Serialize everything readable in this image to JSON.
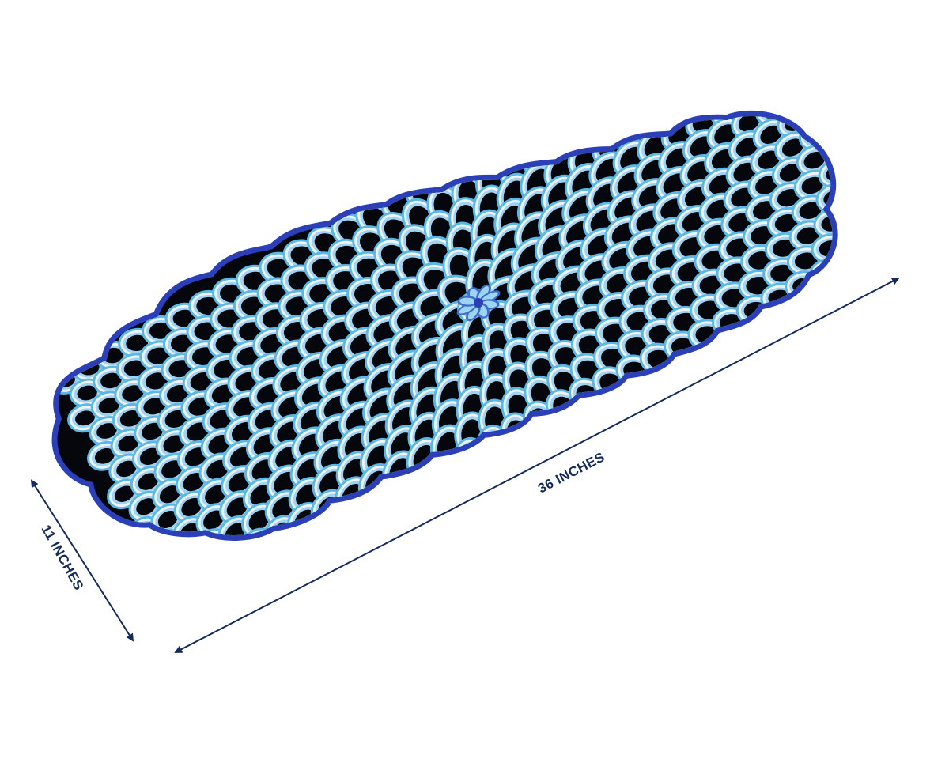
{
  "dimensions": {
    "length_label": "36 INCHES",
    "width_label": "11 INCHES"
  },
  "colors": {
    "background": "#ffffff",
    "runner_fill": "#06070c",
    "border_royal_blue": "#2a3fb8",
    "ring_sky_blue": "#5bb8e6",
    "ring_white": "#eef4fa",
    "ring_light_blue": "#9fd4f0",
    "center_flower_blue": "#3a6fd0",
    "dimension_line": "#142a5c"
  },
  "product": {
    "icon": "table-runner-image",
    "pattern": "scalloped-petal-beaded"
  }
}
